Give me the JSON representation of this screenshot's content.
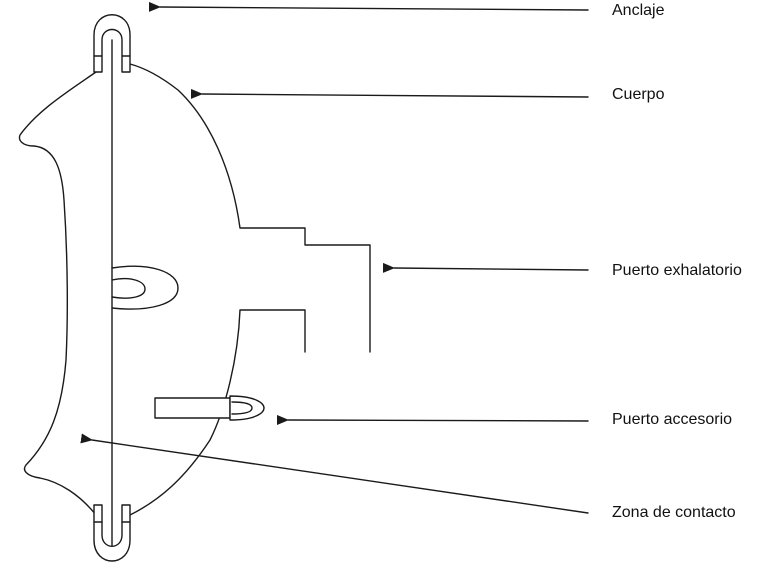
{
  "labels": {
    "anclaje": "Anclaje",
    "cuerpo": "Cuerpo",
    "puerto_exhalatorio": "Puerto exhalatorio",
    "puerto_accesorio": "Puerto accesorio",
    "zona_contacto": "Zona de contacto"
  },
  "colors": {
    "ink": "#1a1a1a",
    "background": "#ffffff"
  }
}
